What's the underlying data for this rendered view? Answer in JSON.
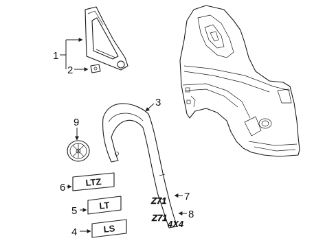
{
  "callouts": {
    "c1": "1",
    "c2": "2",
    "c3": "3",
    "c4": "4",
    "c5": "5",
    "c6": "6",
    "c7": "7",
    "c8": "8",
    "c9": "9"
  },
  "badges": {
    "ltz": "LTZ",
    "lt": "LT",
    "ls": "LS",
    "z71": "Z71",
    "z71_4x4_main": "Z71",
    "z71_4x4_sub": "4X4"
  },
  "colors": {
    "ink": "#1a1a1a",
    "background": "#ffffff"
  }
}
